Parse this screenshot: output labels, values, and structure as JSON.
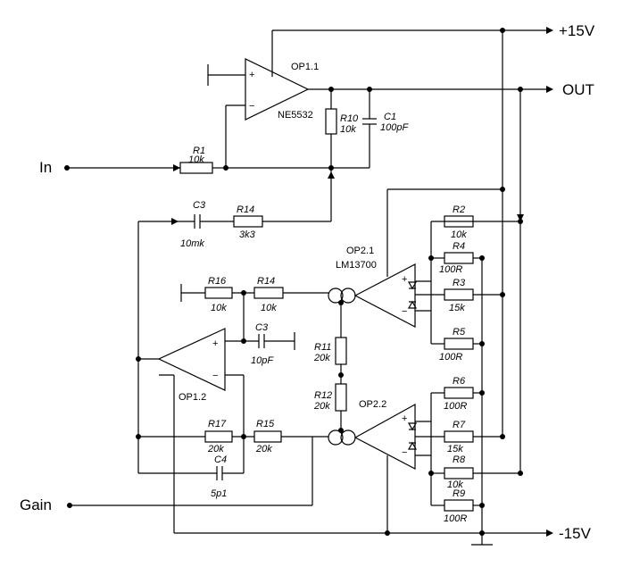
{
  "terminals": {
    "vpos": "+15V",
    "out": "OUT",
    "in": "In",
    "gain": "Gain",
    "vneg": "-15V"
  },
  "opamps": {
    "op11": {
      "name": "OP1.1",
      "part": "NE5532"
    },
    "op12": {
      "name": "OP1.2"
    },
    "op21": {
      "name": "OP2.1",
      "part": "LM13700"
    },
    "op22": {
      "name": "OP2.2"
    }
  },
  "components": {
    "r1": {
      "ref": "R1",
      "value": "10k"
    },
    "r10": {
      "ref": "R10",
      "value": "10k"
    },
    "c1": {
      "ref": "C1",
      "value": "100pF"
    },
    "c3a": {
      "ref": "C3",
      "value": "10mk"
    },
    "r14a": {
      "ref": "R14",
      "value": "3k3"
    },
    "r16": {
      "ref": "R16",
      "value": "10k"
    },
    "r14b": {
      "ref": "R14",
      "value": "10k"
    },
    "c3b": {
      "ref": "C3",
      "value": "10pF"
    },
    "r11": {
      "ref": "R11",
      "value": "20k"
    },
    "r12": {
      "ref": "R12",
      "value": "20k"
    },
    "r17": {
      "ref": "R17",
      "value": "20k"
    },
    "r15": {
      "ref": "R15",
      "value": "20k"
    },
    "c4": {
      "ref": "C4",
      "value": "5p1"
    },
    "r2": {
      "ref": "R2",
      "value": "10k"
    },
    "r4": {
      "ref": "R4",
      "value": "100R"
    },
    "r3": {
      "ref": "R3",
      "value": "15k"
    },
    "r5": {
      "ref": "R5",
      "value": "100R"
    },
    "r6": {
      "ref": "R6",
      "value": "100R"
    },
    "r7": {
      "ref": "R7",
      "value": "15k"
    },
    "r8": {
      "ref": "R8",
      "value": "10k"
    },
    "r9": {
      "ref": "R9",
      "value": "100R"
    }
  }
}
